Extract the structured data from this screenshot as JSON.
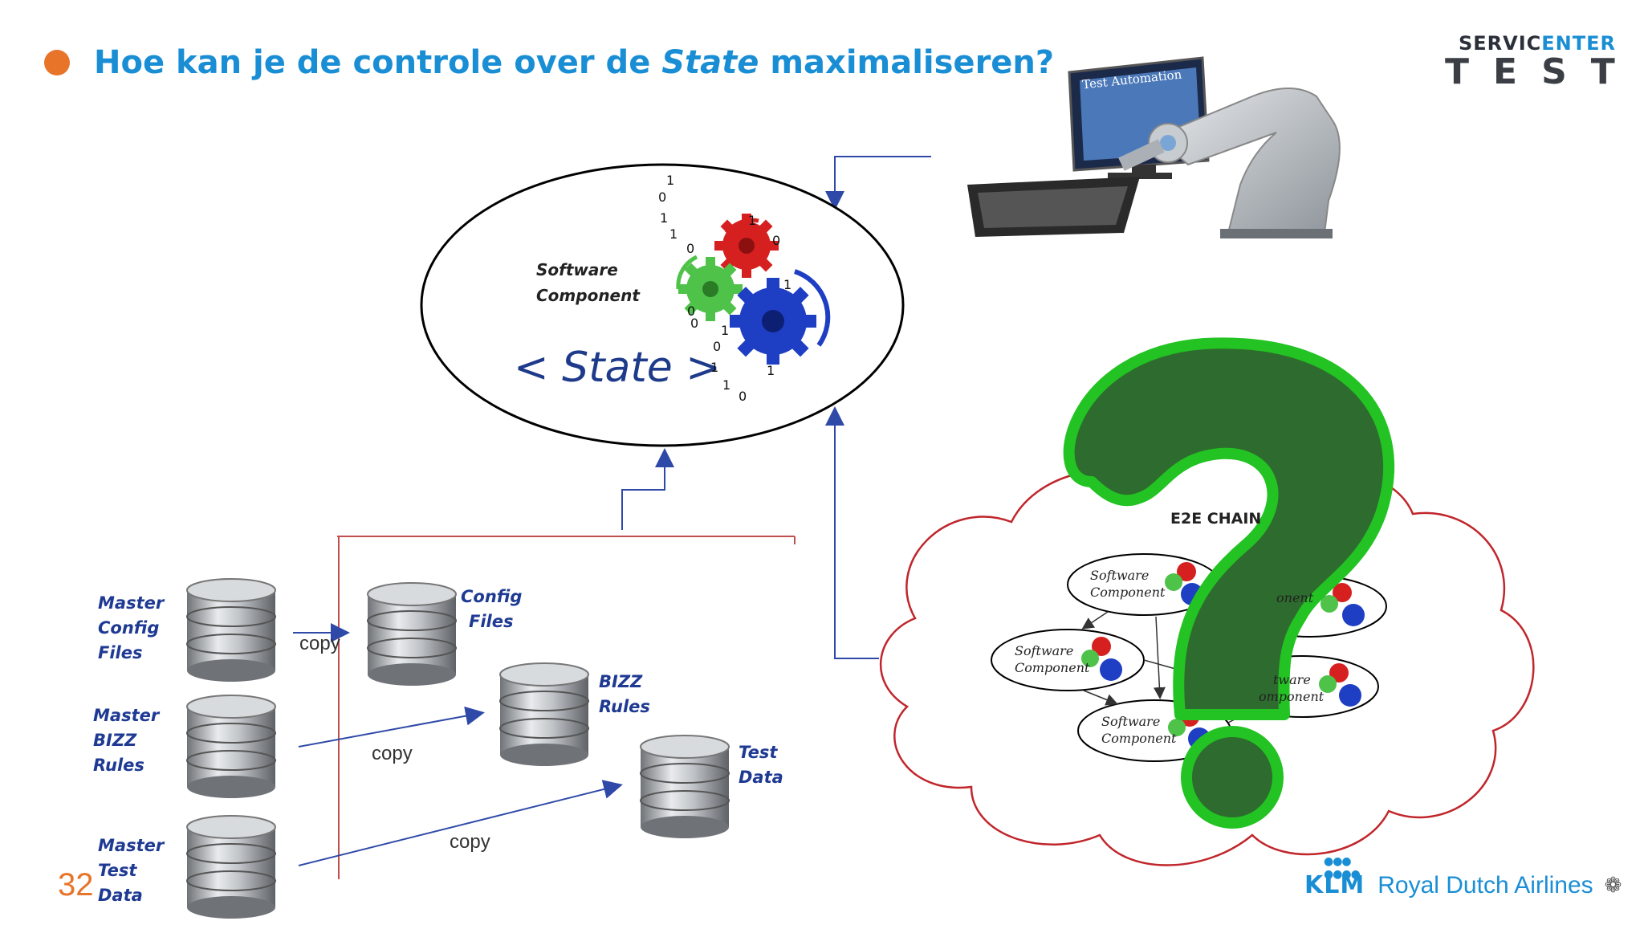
{
  "slide": {
    "title_prefix": "Hoe kan je de controle over de ",
    "title_emph": "State",
    "title_suffix": " maximaliseren?",
    "page_number": "32"
  },
  "brand": {
    "line1_a": "SERVIC",
    "line1_b": "ENTER",
    "line2": "TEST",
    "accent": "#1a8ed4",
    "bullet": "#e8742a"
  },
  "airline": {
    "logo": "KLM",
    "name": "Royal Dutch Airlines"
  },
  "state_box": {
    "label_line1": "Software",
    "label_line2": "Component",
    "state_label": "< State >",
    "bits": [
      "1",
      "0",
      "1",
      "1",
      "0",
      "1",
      "0",
      "1",
      "0",
      "1",
      "0",
      "0",
      "1",
      "1",
      "1",
      "0"
    ]
  },
  "robot": {
    "screen_text": "Test Automation"
  },
  "databases": {
    "masters": [
      {
        "lines": [
          "Master",
          "Config",
          "Files"
        ]
      },
      {
        "lines": [
          "Master",
          "BIZZ",
          "Rules"
        ]
      },
      {
        "lines": [
          "Master",
          "Test",
          "Data"
        ]
      }
    ],
    "copies": [
      {
        "lines": [
          "Config",
          "Files"
        ]
      },
      {
        "lines": [
          "BIZZ",
          "Rules"
        ]
      },
      {
        "lines": [
          "Test",
          "Data"
        ]
      }
    ],
    "copy_label": "copy"
  },
  "cloud": {
    "title": "E2E CHAIN",
    "components": [
      {
        "lines": [
          "Software",
          "Component"
        ]
      },
      {
        "lines": [
          "",
          "onent"
        ]
      },
      {
        "lines": [
          "Software",
          "Component"
        ]
      },
      {
        "lines": [
          "tware",
          "omponent"
        ]
      },
      {
        "lines": [
          "Software",
          "Component"
        ]
      }
    ]
  },
  "question_mark": {
    "fill": "#2e6b2e",
    "stroke": "#22c322"
  }
}
